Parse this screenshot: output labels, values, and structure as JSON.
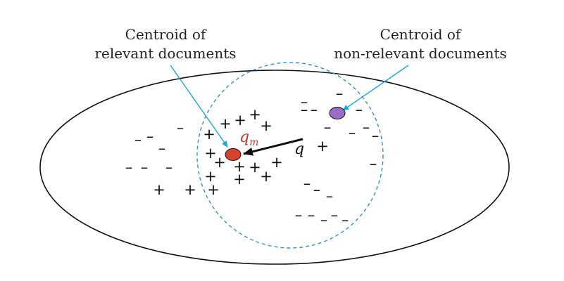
{
  "captions": {
    "relevant_line1": "Centroid of",
    "relevant_line2": "relevant documents",
    "nonrelevant_line1": "Centroid of",
    "nonrelevant_line2": "non-relevant documents"
  },
  "labels": {
    "moved_query": "q",
    "moved_query_subscript": "m",
    "original_query": "q"
  },
  "symbols": {
    "relevant": "+",
    "nonrelevant": "–"
  },
  "colors": {
    "relevant_centroid": "#d9412f",
    "nonrelevant_centroid": "#9a6bc7",
    "pointer_arrows": "#1aa6e0",
    "query_circle": "#3b8fd1",
    "moved_query_label": "#c0392b",
    "ink": "#111111"
  }
}
